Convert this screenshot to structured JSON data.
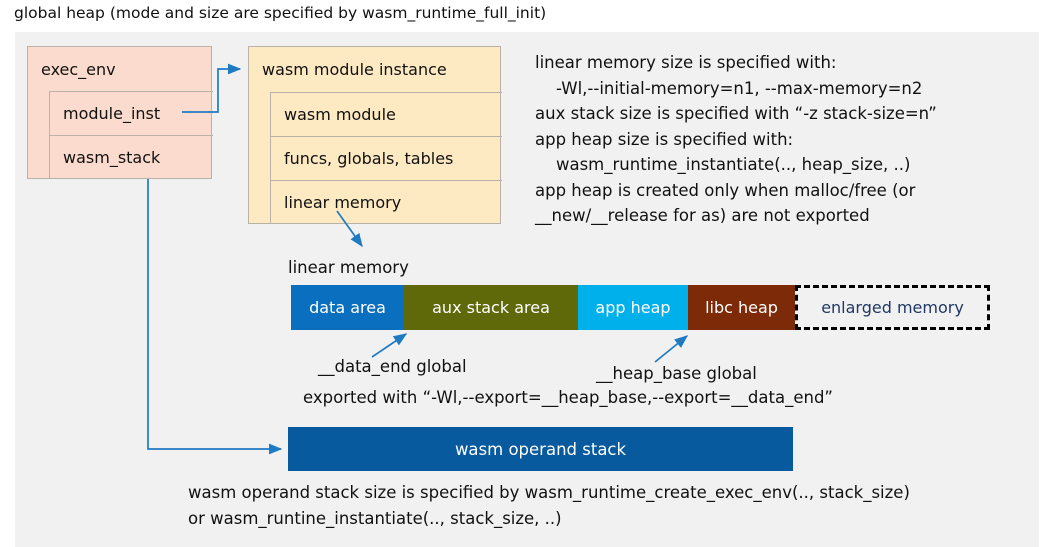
{
  "title": "global heap (mode and size are specified by wasm_runtime_full_init)",
  "exec_env": {
    "header": "exec_env",
    "rows": [
      {
        "label": "module_inst"
      },
      {
        "label": "wasm_stack"
      }
    ]
  },
  "module_instance": {
    "header": "wasm module instance",
    "rows": [
      {
        "label": "wasm module"
      },
      {
        "label": "funcs, globals, tables"
      },
      {
        "label": "linear memory"
      }
    ]
  },
  "notes_right": "linear memory size is specified with:\n    -Wl,--initial-memory=n1, --max-memory=n2\naux stack size is specified with “-z stack-size=n”\napp heap size is specified with:\n    wasm_runtime_instantiate(.., heap_size, ..)\napp heap is created only when malloc/free (or\n__new/__release for as) are not exported",
  "linear_memory": {
    "label": "linear memory",
    "segments": [
      {
        "name": "data area",
        "color": "#0a6fbf",
        "text_color": "#ffffff",
        "width": 113
      },
      {
        "name": "aux stack area",
        "color": "#60690a",
        "text_color": "#ffffff",
        "width": 174
      },
      {
        "name": "app heap",
        "color": "#00b0ea",
        "text_color": "#ffffff",
        "width": 110
      },
      {
        "name": "libc heap",
        "color": "#7d2a08",
        "text_color": "#ffffff",
        "width": 107
      },
      {
        "name": "enlarged memory",
        "color": "#f1f1f1",
        "text_color": "#1f3864",
        "width": 195
      }
    ]
  },
  "annotations": {
    "data_end": "__data_end global",
    "heap_base": "__heap_base global",
    "exported_with": "exported with “-Wl,--export=__heap_base,--export=__data_end”"
  },
  "operand_stack": {
    "label": "wasm operand stack"
  },
  "notes_bottom": "wasm operand stack size is specified by wasm_runtime_create_exec_env(.., stack_size)\nor wasm_runtine_instantiate(.., stack_size, ..)",
  "colors": {
    "panel_bg": "#f1f1f1",
    "exec_env_fill": "#fadbcd",
    "module_instance_fill": "#fdeac3",
    "box_stroke": "#b9b2a6",
    "arrow": "#1f7ac4",
    "operand_stack_fill": "#075a9e"
  }
}
